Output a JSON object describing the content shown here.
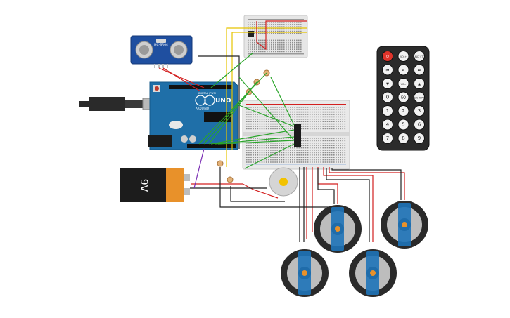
{
  "sensor": {
    "front_label": "HC-SR04"
  },
  "arduino": {
    "brand": "ARDUINO",
    "model": "UNO",
    "digital_label": "DIGITAL (PWM ~)"
  },
  "battery": {
    "label": "9V"
  },
  "remote": {
    "buttons": [
      {
        "id": "power",
        "label": "⏻"
      },
      {
        "id": "vol_up",
        "label": "VOL+"
      },
      {
        "id": "func",
        "label": "FUNC/ STOP"
      },
      {
        "id": "prev",
        "label": "⏮"
      },
      {
        "id": "play",
        "label": "⏯"
      },
      {
        "id": "next",
        "label": "⏭"
      },
      {
        "id": "down",
        "label": "▼"
      },
      {
        "id": "vol_down",
        "label": "VOL-"
      },
      {
        "id": "up",
        "label": "▲"
      },
      {
        "id": "zero",
        "label": "0"
      },
      {
        "id": "eq",
        "label": "EQ"
      },
      {
        "id": "st_rept",
        "label": "ST/ REPT"
      },
      {
        "id": "one",
        "label": "1"
      },
      {
        "id": "two",
        "label": "2"
      },
      {
        "id": "three",
        "label": "3"
      },
      {
        "id": "four",
        "label": "4"
      },
      {
        "id": "five",
        "label": "5"
      },
      {
        "id": "six",
        "label": "6"
      },
      {
        "id": "seven",
        "label": "7"
      },
      {
        "id": "eight",
        "label": "8"
      },
      {
        "id": "nine",
        "label": "9"
      }
    ]
  },
  "colors": {
    "board": "#1f6fa8",
    "breadboard": "#e9e9e9",
    "wire_red": "#d32020",
    "wire_black": "#222222",
    "wire_green": "#2aa52a",
    "wire_yellow": "#e6c400",
    "wire_purple": "#7b2fb5",
    "remote_body": "#2b2b2b",
    "power_button": "#e0342b"
  }
}
